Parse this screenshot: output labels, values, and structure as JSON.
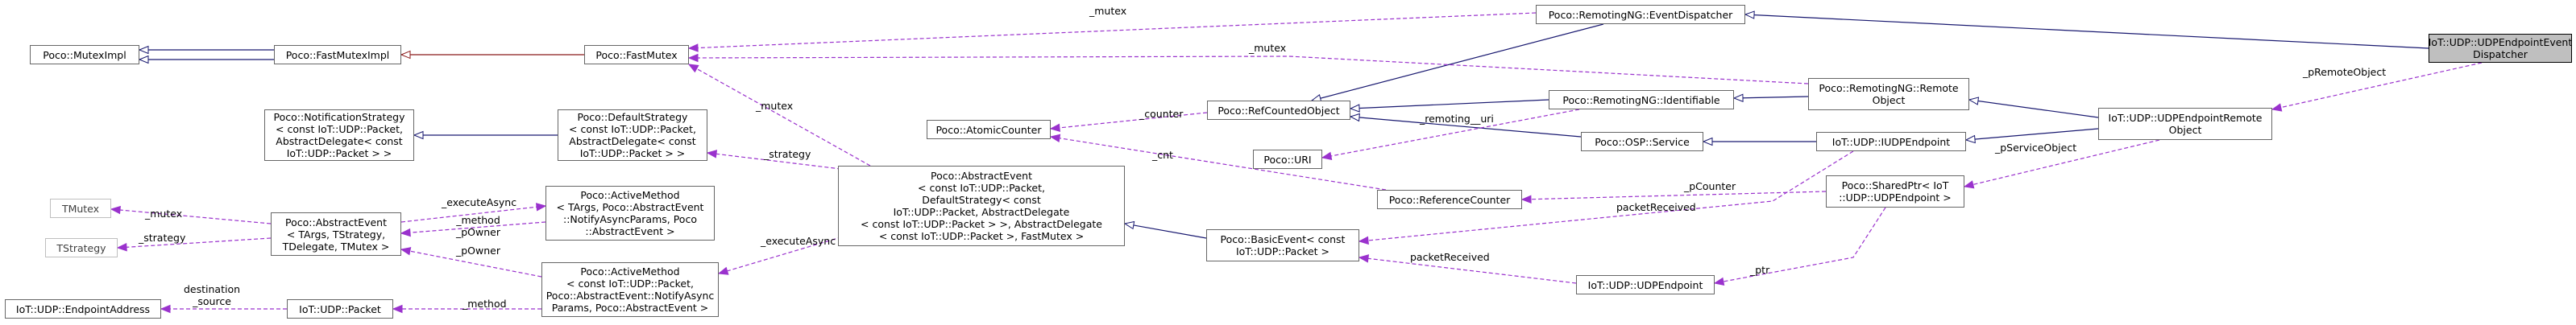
{
  "colors": {
    "inherit": "#191970",
    "usage": "#9a32cd",
    "template": "#8b1a1a",
    "focus_fill": "#bfbfbf",
    "node_border": "#666666"
  },
  "nodes": {
    "mutex_impl": "Poco::MutexImpl",
    "fast_mutex_impl": "Poco::FastMutexImpl",
    "fast_mutex": "Poco::FastMutex",
    "event_dispatcher": "Poco::RemotingNG::EventDispatcher",
    "udp_endpoint_event_dispatcher": "IoT::UDP::UDPEndpointEvent\nDispatcher",
    "notification_strategy": "Poco::NotificationStrategy\n< const IoT::UDP::Packet,\nAbstractDelegate< const\nIoT::UDP::Packet > >",
    "default_strategy": "Poco::DefaultStrategy\n< const IoT::UDP::Packet,\nAbstractDelegate< const\nIoT::UDP::Packet > >",
    "atomic_counter": "Poco::AtomicCounter",
    "ref_counted_object": "Poco::RefCountedObject",
    "identifiable": "Poco::RemotingNG::Identifiable",
    "remote_object": "Poco::RemotingNG::Remote\nObject",
    "udp_endpoint_remote_object": "IoT::UDP::UDPEndpointRemote\nObject",
    "poco_uri": "Poco::URI",
    "osp_service": "Poco::OSP::Service",
    "iudp_endpoint": "IoT::UDP::IUDPEndpoint",
    "tmutex": "TMutex",
    "tstrategy": "TStrategy",
    "abstract_event_generic": "Poco::AbstractEvent\n< TArgs, TStrategy,\nTDelegate, TMutex >",
    "active_method_notify": "Poco::ActiveMethod\n< TArgs, Poco::AbstractEvent\n::NotifyAsyncParams, Poco\n::AbstractEvent >",
    "abstract_event_udp": "Poco::AbstractEvent\n< const IoT::UDP::Packet,\nDefaultStrategy< const\nIoT::UDP::Packet, AbstractDelegate\n< const IoT::UDP::Packet > >, AbstractDelegate\n< const IoT::UDP::Packet >, FastMutex >",
    "reference_counter": "Poco::ReferenceCounter",
    "shared_ptr": "Poco::SharedPtr< IoT\n::UDP::UDPEndpoint >",
    "basic_event": "Poco::BasicEvent< const\nIoT::UDP::Packet >",
    "udp_endpoint": "IoT::UDP::UDPEndpoint",
    "endpoint_address": "IoT::UDP::EndpointAddress",
    "udp_packet": "IoT::UDP::Packet",
    "active_method_udp": "Poco::ActiveMethod\n< const IoT::UDP::Packet,\nPoco::AbstractEvent::NotifyAsync\nParams, Poco::AbstractEvent >"
  },
  "edge_labels": {
    "mutex_top": "_mutex",
    "mutex_remote": "_mutex",
    "mutex_abstract": "_mutex",
    "counter": "_counter",
    "remoting_uri": "_remoting__uri",
    "cnt": "_cnt",
    "strategy_default": "_strategy",
    "strategy_generic": "_strategy",
    "mutex_generic": "_mutex",
    "execute_async_top": "_executeAsync",
    "method_powner": "_method\n_pOwner",
    "powner": "_pOwner",
    "execute_async_bottom": "_executeAsync",
    "method_bottom": "_method",
    "destination_source": "destination\n_source",
    "p_remote_object": "_pRemoteObject",
    "p_service_object": "_pServiceObject",
    "p_counter": "_pCounter",
    "packet_received_top": "packetReceived",
    "packet_received_bottom": "packetReceived",
    "ptr": "_ptr"
  }
}
